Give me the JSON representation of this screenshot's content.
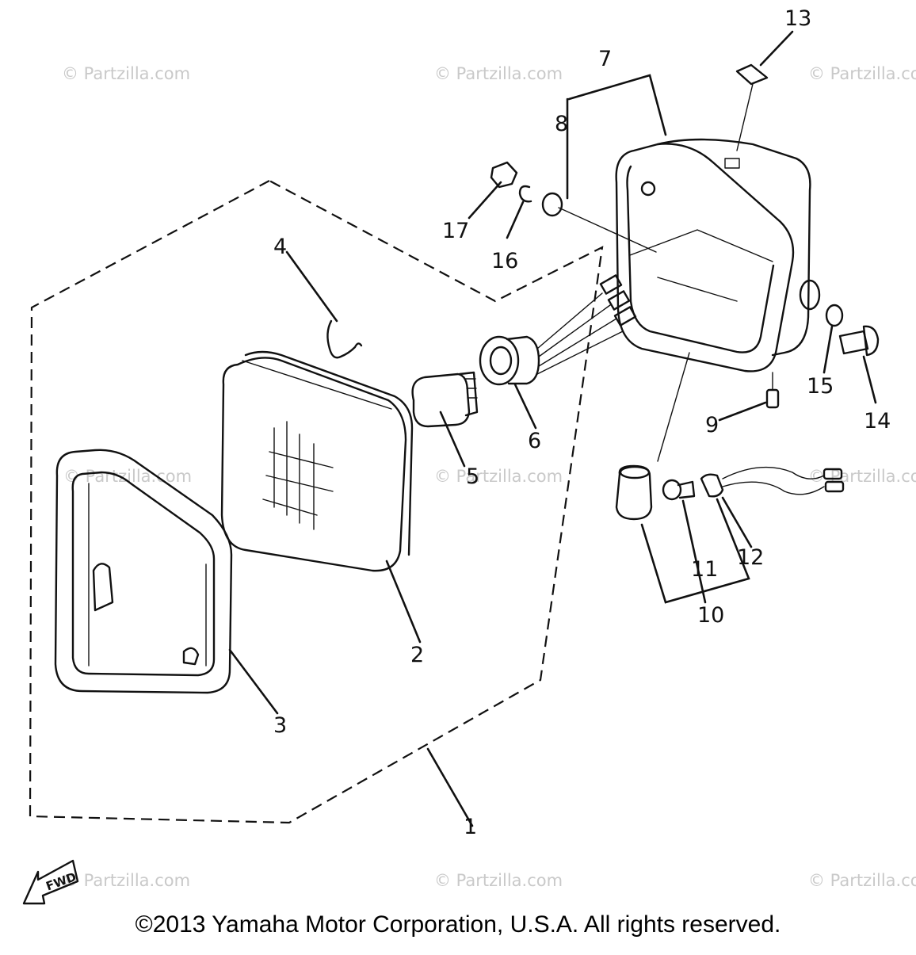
{
  "watermarks": [
    "© Partzilla.com",
    "© Partzilla.com",
    "© Partzilla.com",
    "© Partzilla.com",
    "© Partzilla.com",
    "© Partzilla.com",
    "© Partzilla.com",
    "© Partzilla.com",
    "© Partzilla.com"
  ],
  "callouts": [
    "1",
    "2",
    "3",
    "4",
    "5",
    "6",
    "7",
    "8",
    "9",
    "10",
    "11",
    "12",
    "13",
    "14",
    "15",
    "16",
    "17"
  ],
  "fwd_label": "FWD",
  "copyright": "©2013 Yamaha Motor Corporation, U.S.A. All rights reserved."
}
